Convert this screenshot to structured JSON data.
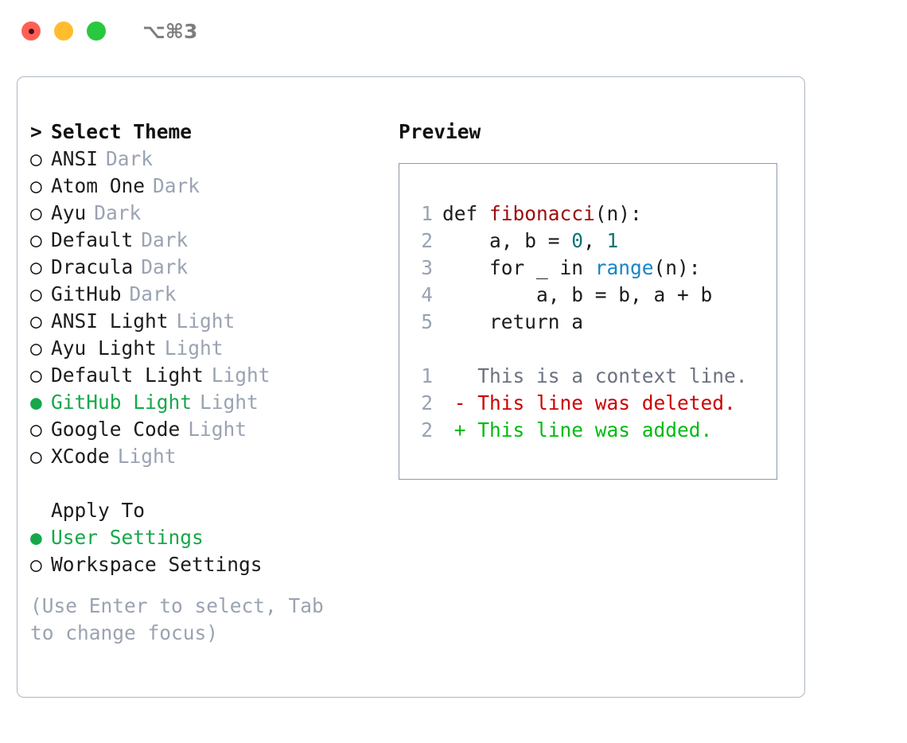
{
  "titlebar": {
    "shortcut": "⌥⌘3",
    "lights": [
      "close",
      "minimize",
      "maximize"
    ]
  },
  "left": {
    "header": {
      "marker": ">",
      "label": "Select Theme"
    },
    "themes": [
      {
        "marker": "○",
        "label": "ANSI",
        "suffix": "Dark",
        "selected": false
      },
      {
        "marker": "○",
        "label": "Atom One",
        "suffix": "Dark",
        "selected": false
      },
      {
        "marker": "○",
        "label": "Ayu",
        "suffix": "Dark",
        "selected": false
      },
      {
        "marker": "○",
        "label": "Default",
        "suffix": "Dark",
        "selected": false
      },
      {
        "marker": "○",
        "label": "Dracula",
        "suffix": "Dark",
        "selected": false
      },
      {
        "marker": "○",
        "label": "GitHub",
        "suffix": "Dark",
        "selected": false
      },
      {
        "marker": "○",
        "label": "ANSI Light",
        "suffix": "Light",
        "selected": false
      },
      {
        "marker": "○",
        "label": "Ayu Light",
        "suffix": "Light",
        "selected": false
      },
      {
        "marker": "○",
        "label": "Default Light",
        "suffix": "Light",
        "selected": false
      },
      {
        "marker": "●",
        "label": "GitHub Light",
        "suffix": "Light",
        "selected": true
      },
      {
        "marker": "○",
        "label": "Google Code",
        "suffix": "Light",
        "selected": false
      },
      {
        "marker": "○",
        "label": "XCode",
        "suffix": "Light",
        "selected": false
      }
    ],
    "apply_to": {
      "title": "Apply To",
      "options": [
        {
          "marker": "●",
          "label": "User Settings",
          "selected": true
        },
        {
          "marker": "○",
          "label": "Workspace Settings",
          "selected": false
        }
      ]
    },
    "hint": "(Use Enter to select, Tab to change focus)"
  },
  "right": {
    "title": "Preview",
    "code_lines": [
      {
        "no": "1",
        "tokens": [
          {
            "t": "def ",
            "k": "plain"
          },
          {
            "t": "fibonacci",
            "k": "fn"
          },
          {
            "t": "(n):",
            "k": "plain"
          }
        ]
      },
      {
        "no": "2",
        "tokens": [
          {
            "t": "    a, b = ",
            "k": "plain"
          },
          {
            "t": "0",
            "k": "num"
          },
          {
            "t": ", ",
            "k": "plain"
          },
          {
            "t": "1",
            "k": "num"
          }
        ]
      },
      {
        "no": "3",
        "tokens": [
          {
            "t": "    for _ in ",
            "k": "plain"
          },
          {
            "t": "range",
            "k": "call"
          },
          {
            "t": "(n):",
            "k": "plain"
          }
        ]
      },
      {
        "no": "4",
        "tokens": [
          {
            "t": "        a, b = b, a + b",
            "k": "plain"
          }
        ]
      },
      {
        "no": "5",
        "tokens": [
          {
            "t": "    return a",
            "k": "plain"
          }
        ]
      }
    ],
    "diff_lines": [
      {
        "no": "1",
        "text": "   This is a context line.",
        "kind": "ctx"
      },
      {
        "no": "2",
        "text": " - This line was deleted.",
        "kind": "del"
      },
      {
        "no": "2",
        "text": " + This line was added.",
        "kind": "add"
      }
    ]
  },
  "colors": {
    "selected_green": "#15a84a",
    "diff_add": "#00bb11",
    "diff_del": "#cc0000",
    "function": "#9d0d0d",
    "number": "#0f7373",
    "call": "#1784c7",
    "muted": "#9aa3b2",
    "border": "#aeb6c2"
  }
}
